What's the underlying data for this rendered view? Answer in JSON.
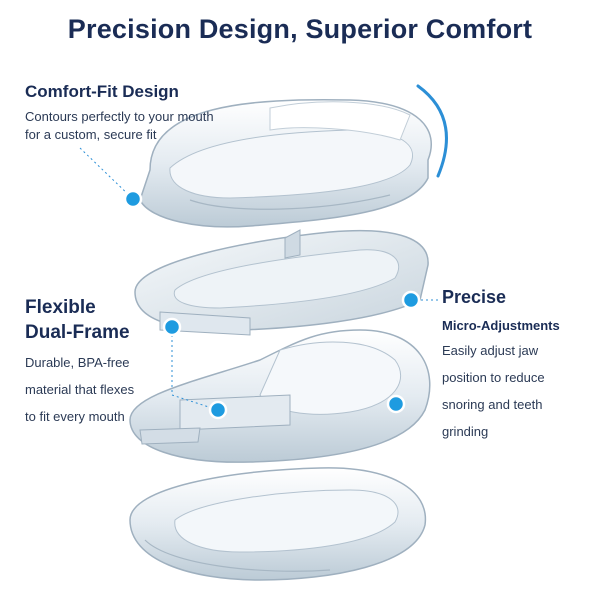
{
  "title": "Precision Design, Superior Comfort",
  "features": {
    "comfort_fit": {
      "heading": "Comfort-Fit Design",
      "line1": "Contours perfectly to your mouth",
      "line2": "for a custom, secure fit"
    },
    "flexible": {
      "heading1": "Flexible",
      "heading2": "Dual-Frame",
      "line1": "Durable, BPA-free",
      "line2": "material that flexes",
      "line3": "to fit every mouth"
    },
    "precise": {
      "heading1": "Precise",
      "heading2": "Micro-Adjustments",
      "line1": "Easily adjust jaw",
      "line2": "position to reduce",
      "line3": "snoring and teeth",
      "line4": "grinding"
    }
  },
  "colors": {
    "title": "#1a2c55",
    "callout_dot": "#1e9be0",
    "arc": "#2c8fd6"
  }
}
